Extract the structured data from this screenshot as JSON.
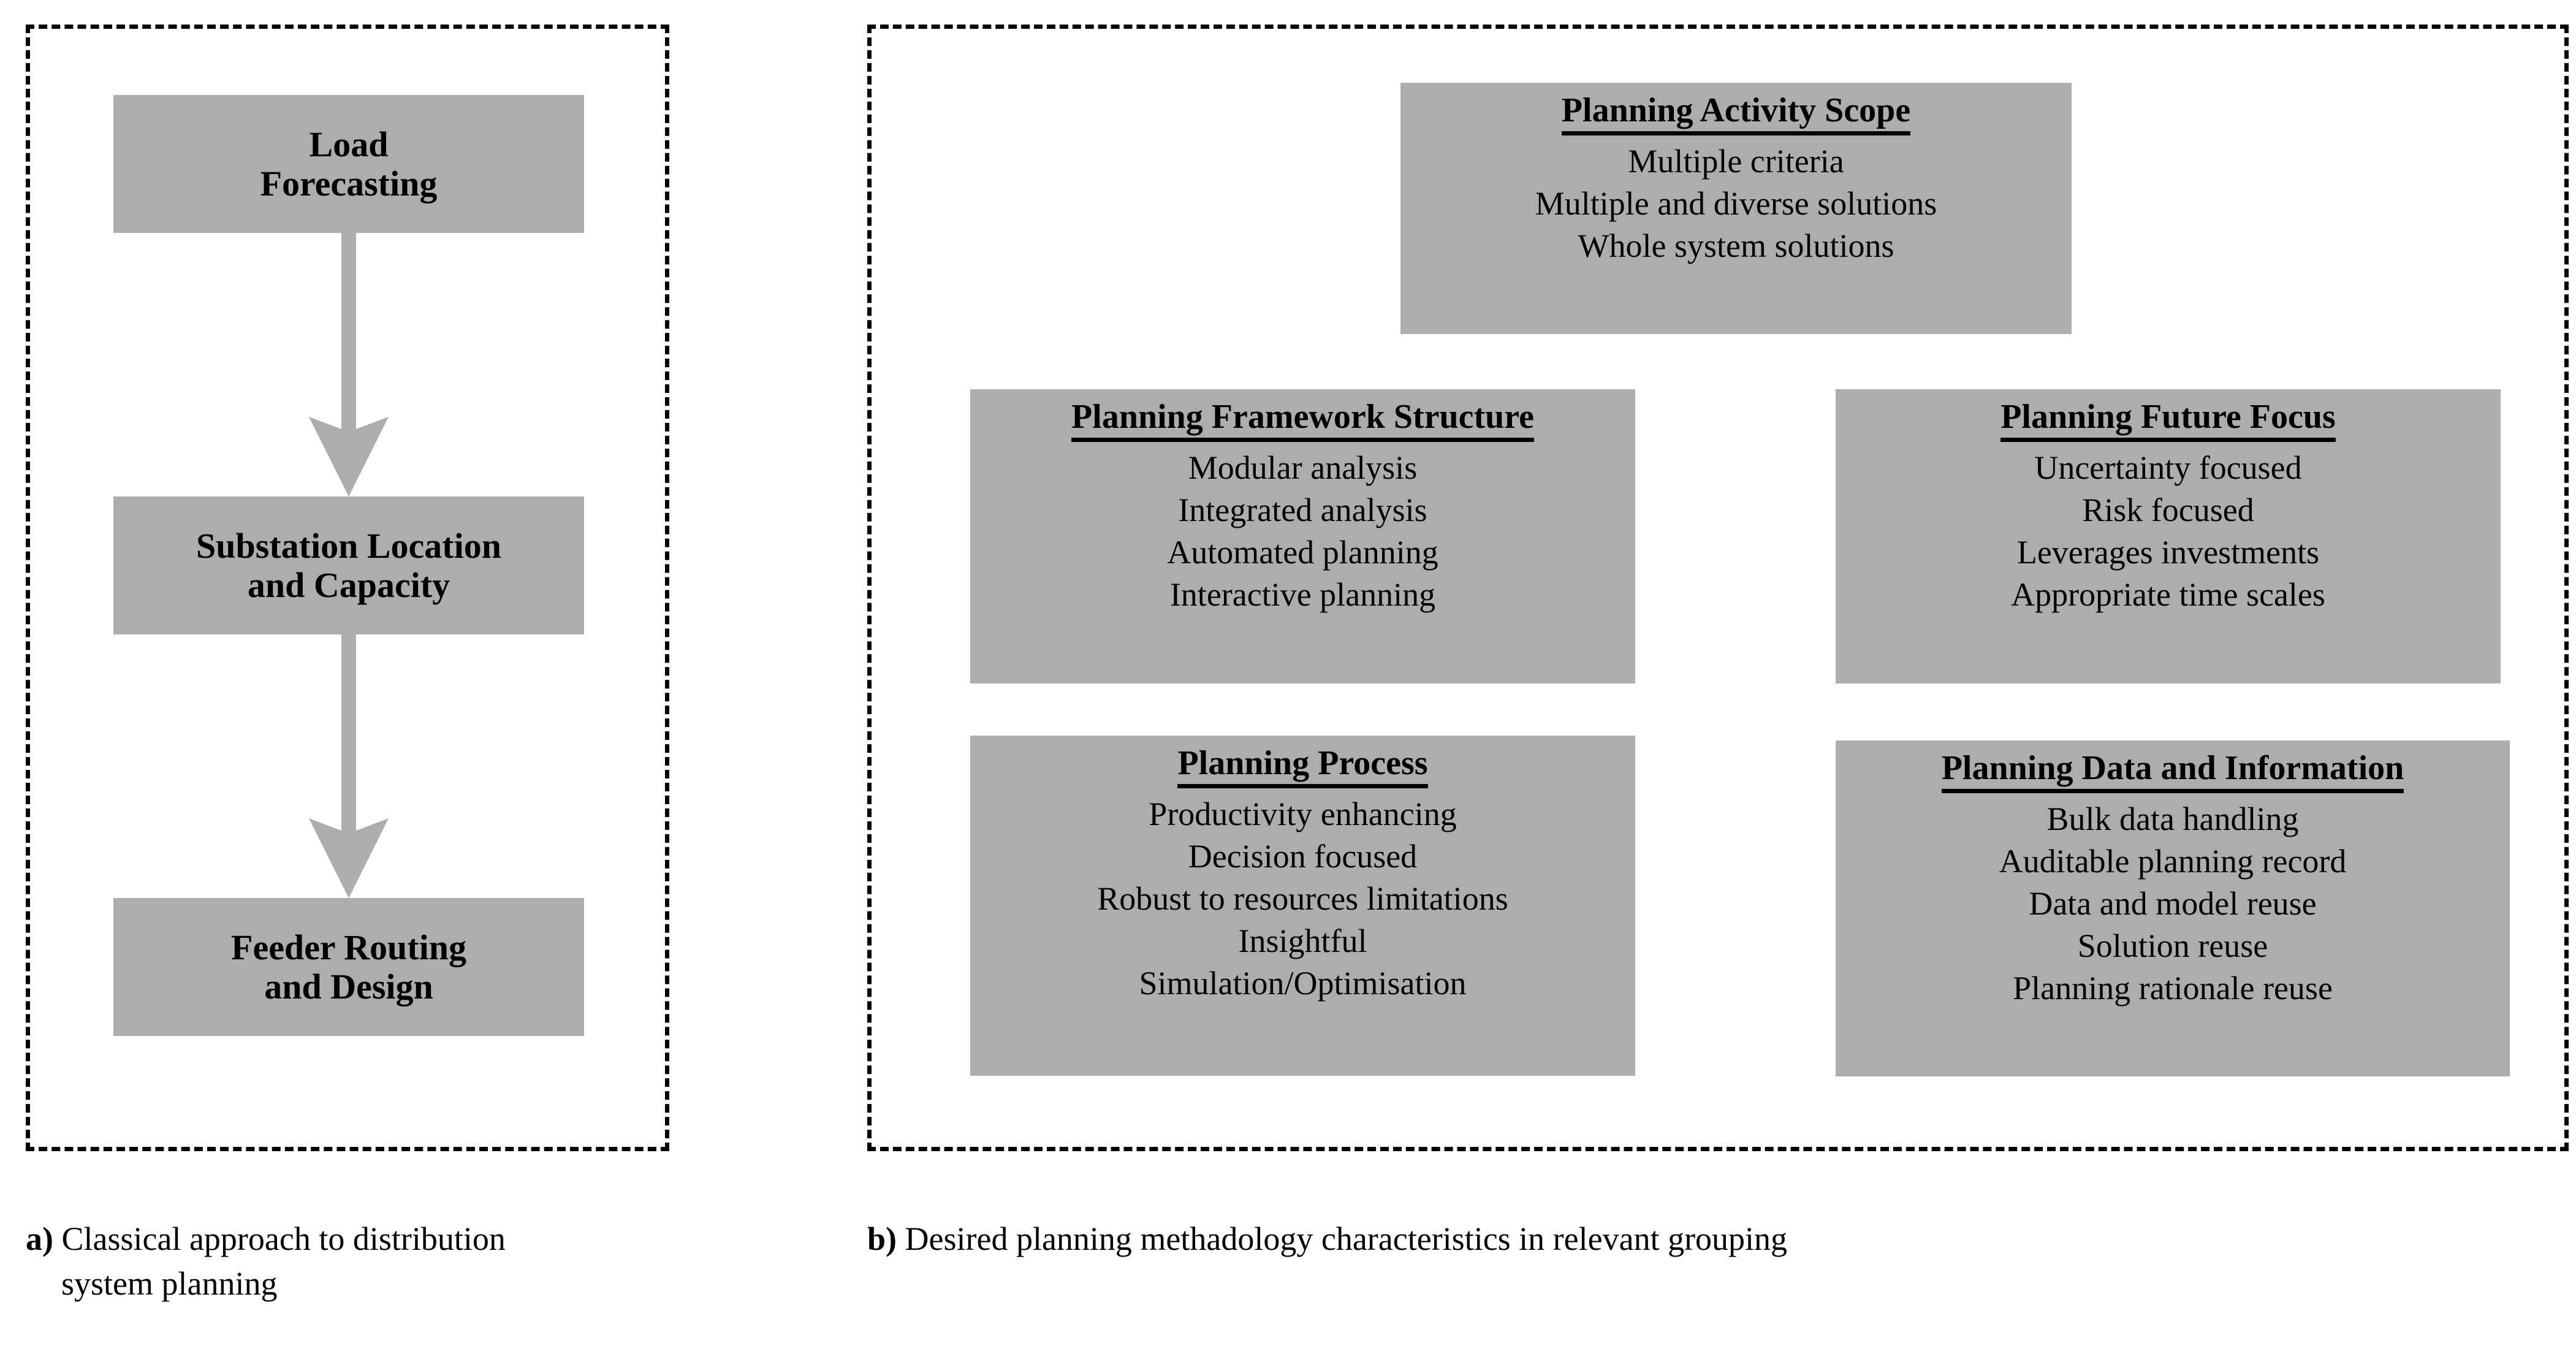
{
  "panels": {
    "a": {
      "caption_lead": "a)",
      "caption_line1": "Classical approach to distribution",
      "caption_line2": "system planning",
      "flow": [
        {
          "line1": "Load",
          "line2": "Forecasting"
        },
        {
          "line1": "Substation Location",
          "line2": "and Capacity"
        },
        {
          "line1": "Feeder Routing",
          "line2": "and Design"
        }
      ],
      "arrows": [
        "down-arrow-load-to-substation",
        "down-arrow-substation-to-feeder"
      ]
    },
    "b": {
      "caption_lead": "b)",
      "caption_text": "Desired planning methadology characteristics in relevant grouping",
      "groups": [
        {
          "title": "Planning Activity Scope",
          "items": [
            "Multiple criteria",
            "Multiple and diverse solutions",
            "Whole system solutions"
          ]
        },
        {
          "title": "Planning Framework Structure",
          "items": [
            "Modular analysis",
            "Integrated analysis",
            "Automated planning",
            "Interactive planning"
          ]
        },
        {
          "title": "Planning Future Focus",
          "items": [
            "Uncertainty focused",
            "Risk focused",
            "Leverages investments",
            "Appropriate time scales"
          ]
        },
        {
          "title": "Planning Process",
          "items": [
            "Productivity enhancing",
            "Decision focused",
            "Robust to resources limitations",
            "Insightful",
            "Simulation/Optimisation"
          ]
        },
        {
          "title": "Planning Data and Information",
          "items": [
            "Bulk data handling",
            "Auditable planning record",
            "Data and model reuse",
            "Solution reuse",
            "Planning rationale reuse"
          ]
        }
      ]
    }
  },
  "colors": {
    "box_fill": "#ADADAD",
    "arrow": "#ADADAD",
    "border": "#000000",
    "text": "#000000",
    "background": "#FFFFFF"
  }
}
